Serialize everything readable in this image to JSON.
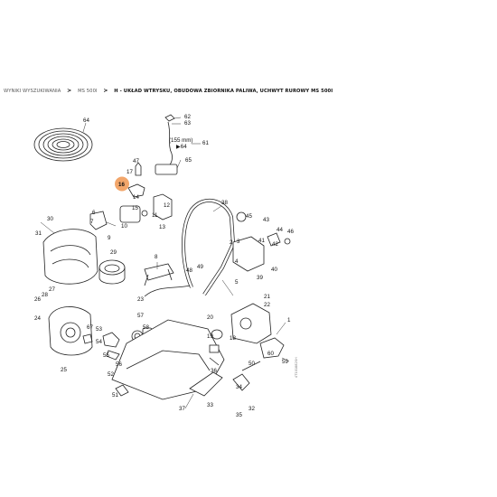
{
  "breadcrumb": {
    "items": [
      "Wyniki wyszukiwania",
      "MS 500i"
    ],
    "current": "H - Układ wtrysku, obudowa zbiornika paliwa, uchwyt rurowy MS 500i",
    "separator": ">"
  },
  "diagram": {
    "highlight_color": "#f2a66b",
    "highlighted_part": "16",
    "dimension_label": "(155 mm)",
    "dimension_ref": "▶64",
    "side_code": "4T101882SH"
  },
  "parts": [
    "64",
    "62",
    "63",
    "61",
    "65",
    "17",
    "47",
    "16",
    "14",
    "15",
    "12",
    "11",
    "10",
    "13",
    "30",
    "31",
    "6",
    "7",
    "9",
    "8",
    "29",
    "38",
    "45",
    "44",
    "46",
    "43",
    "41",
    "42",
    "40",
    "39",
    "48",
    "49",
    "2",
    "3",
    "4",
    "5",
    "28",
    "27",
    "26",
    "24",
    "23",
    "25",
    "67",
    "55",
    "53",
    "54",
    "56",
    "57",
    "58",
    "52",
    "51",
    "36",
    "37",
    "33",
    "34",
    "35",
    "32",
    "20",
    "19",
    "18",
    "1",
    "21",
    "22",
    "50",
    "60",
    "59"
  ]
}
